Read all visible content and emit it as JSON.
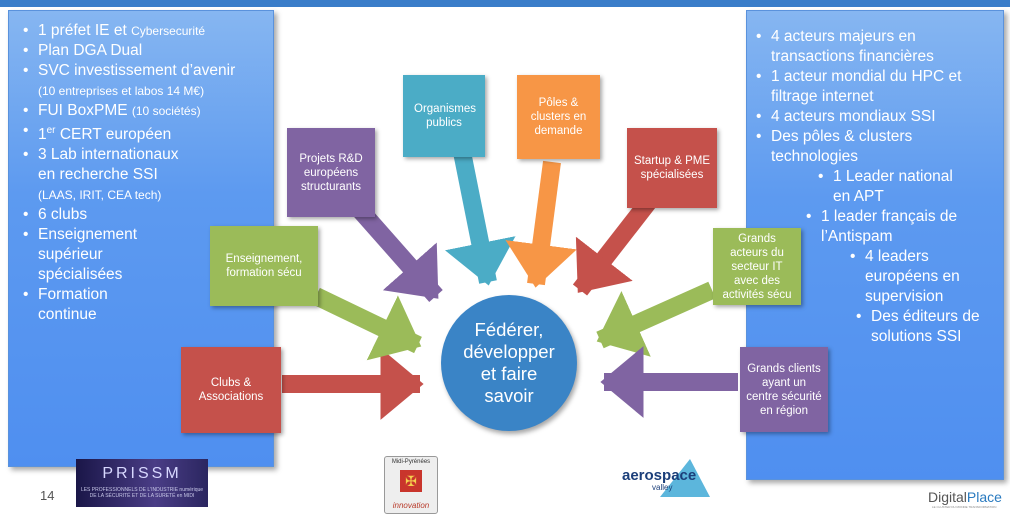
{
  "left_panel": {
    "items": [
      {
        "main": "1 préfet IE et ",
        "small": "Cybersecurité"
      },
      {
        "main": "Plan DGA Dual"
      },
      {
        "main": "SVC investissement d’avenir",
        "sub": "(10 entreprises et labos 14 M€)"
      },
      {
        "main": "FUI BoxPME ",
        "small": "(10 sociétés)"
      },
      {
        "main": "1",
        "sup": "er",
        "after": " CERT européen"
      },
      {
        "main": "3 Lab internationaux",
        "line2": "en recherche SSI",
        "sub": "(LAAS, IRIT, CEA tech)"
      },
      {
        "main": "6 clubs"
      },
      {
        "main": "Enseignement",
        "line2": "supérieur",
        "line3": "spécialisées"
      },
      {
        "main": "Formation",
        "line2": "continue"
      }
    ]
  },
  "right_panel": {
    "items": [
      {
        "l1": "4 acteurs majeurs en",
        "l2": "transactions financières"
      },
      {
        "l1": "1 acteur mondial du HPC et",
        "l2": "filtrage internet"
      },
      {
        "l1": "4 acteurs mondiaux SSI"
      },
      {
        "l1": "Des pôles & clusters",
        "l2": "technologies"
      },
      {
        "l1": "1 Leader national",
        "l2": "en APT"
      },
      {
        "l1": "1 leader français de",
        "l2": "l’Antispam"
      },
      {
        "l1": "4 leaders",
        "l2": "européens en",
        "l3": "supervision"
      },
      {
        "l1": "Des éditeurs de",
        "l2": "solutions SSI"
      }
    ]
  },
  "boxes": {
    "clubs": "Clubs & Associations",
    "enseignement": "Enseignement, formation sécu",
    "projets": "Projets R&D européens structurants",
    "organismes": "Organismes publics",
    "poles": "Pôles & clusters en demande",
    "startup": "Startup & PME spécialisées",
    "grands_acteurs": "Grands acteurs du secteur IT avec des activités sécu",
    "grands_clients": "Grands clients ayant un centre sécurité en région"
  },
  "hub": {
    "l1": "Fédérer,",
    "l2": "développer",
    "l3": "et faire",
    "l4": "savoir"
  },
  "footer": {
    "page_number": "14",
    "prissm_title": "PRISSM",
    "prissm_tagline": "LES PROFESSIONNELS DE L'INDUSTRIE numérique DE LA SÉCURITÉ ET DE LA SURETÉ en MIDI",
    "mp_top": "Midi-Pyrénées",
    "mp_bottom": "innovation",
    "aero_1": "aerospace",
    "aero_2": "valley",
    "dp_1": "Digital",
    "dp_2": "Place",
    "dp_tag": "LE CLUSTER DU MONDE TRANSFORMATION"
  },
  "colors": {
    "red": "#c5514b",
    "green": "#9bbb59",
    "purple": "#8064a2",
    "teal": "#4bacc6",
    "orange": "#f79646",
    "hub": "#3a84c6",
    "panel": "#5d9af0"
  }
}
